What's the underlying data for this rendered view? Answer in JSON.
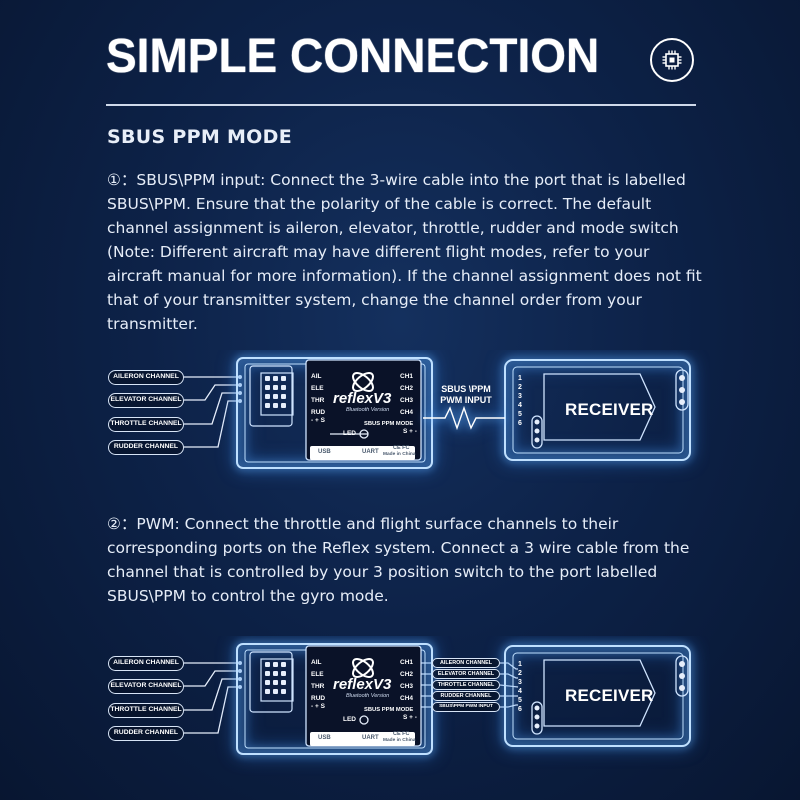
{
  "header": {
    "title": "SIMPLE CONNECTION",
    "badge_icon": "chip-icon"
  },
  "sbus_section": {
    "title": "SBUS PPM MODE",
    "paragraph": "①：SBUS\\PPM input: Connect the 3-wire cable into the port that is labelled SBUS\\PPM. Ensure that the polarity of the cable is correct. The default channel assignment is aileron, elevator, throttle, rudder and mode switch (Note: Different aircraft may have different flight modes, refer to your aircraft manual for more information). If the channel assignment does not fit that of your  transmitter system, change the channel order from your transmitter."
  },
  "pwm_section": {
    "paragraph": "②：PWM: Connect the throttle and flight surface channels to their corresponding ports on the Reflex system. Connect a 3 wire cable from the channel that is controlled by your 3 position switch to the port labelled SBUS\\PPM to control the gyro mode."
  },
  "controller": {
    "brand": "reflexV3",
    "brand_sub": "Bluetooth Version",
    "left_labels": [
      "AIL",
      "ELE",
      "THR",
      "RUD"
    ],
    "left_sub": "- + S",
    "right_labels": [
      "CH1",
      "CH2",
      "CH3",
      "CH4"
    ],
    "mode_label": "SBUS PPM MODE",
    "mode_sub": "S + -",
    "led_label": "LED",
    "usb_label": "USB",
    "uart_label": "UART",
    "ce_label": "CE FC",
    "made_in": "Made in China"
  },
  "input_channels": [
    "AILERON CHANNEL",
    "ELEVATOR CHANNEL",
    "THROTTLE CHANNEL",
    "RUDDER CHANNEL"
  ],
  "diagram1": {
    "connection_label": "SBUS \\PPM PWM INPUT"
  },
  "diagram2": {
    "output_channels": [
      "AILERON CHANNEL",
      "ELEVATOR CHANNEL",
      "THROTTLE CHANNEL",
      "RUDDER CHANNEL",
      "SBUS\\PPM PWM INPUT"
    ]
  },
  "receiver": {
    "label": "RECEIVER",
    "pins": [
      "1",
      "2",
      "3",
      "4",
      "5",
      "6"
    ]
  },
  "colors": {
    "background": "#0d2248",
    "glow": "#6fb8ff",
    "screen": "#ffffff"
  }
}
